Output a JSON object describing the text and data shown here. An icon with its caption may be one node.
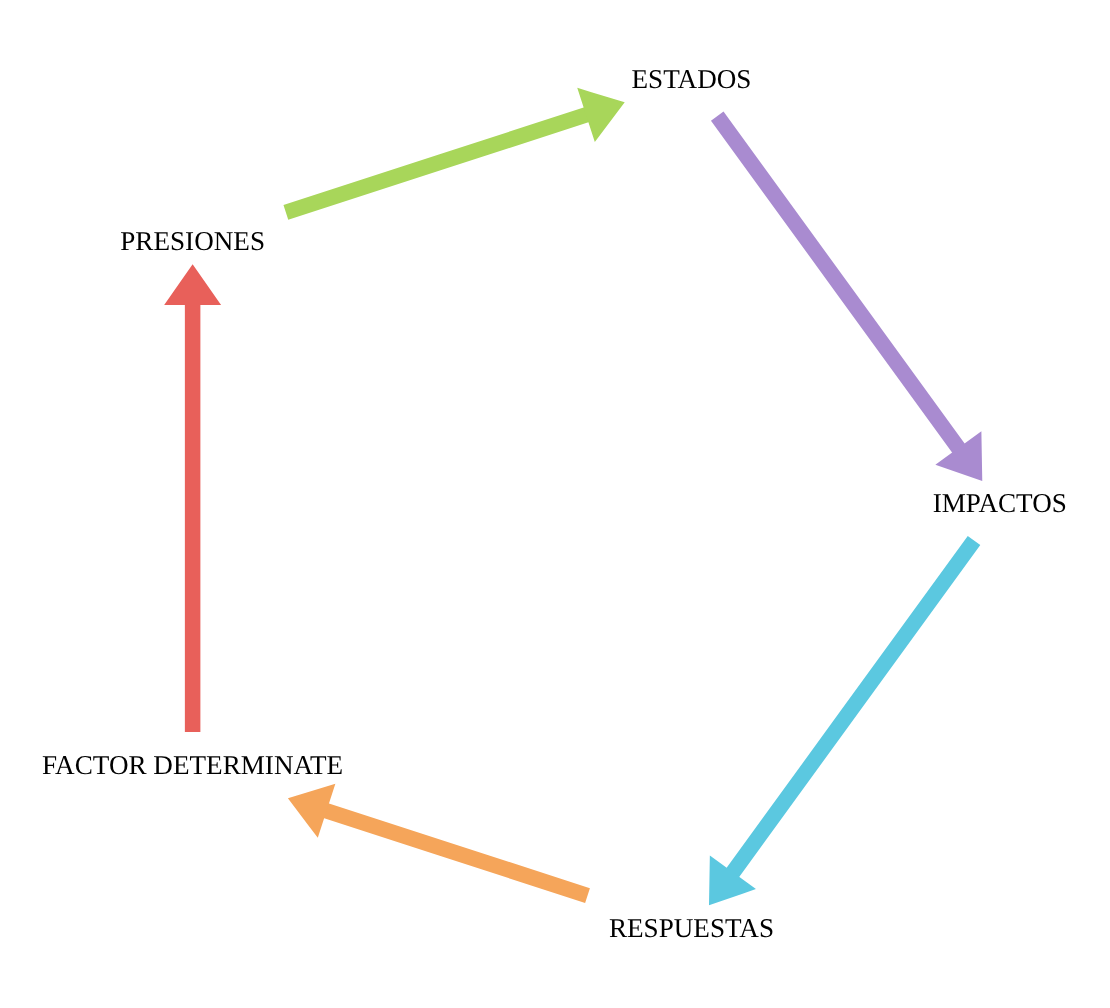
{
  "diagram": {
    "nodes": [
      {
        "text": [
          "RESPUESTAS"
        ]
      },
      {
        "text": [
          "FACTOR DETERMINATE"
        ]
      },
      {
        "text": [
          "IMPACTOS"
        ]
      },
      {
        "text": [
          "PRESIONES"
        ]
      },
      {
        "text": [
          "ESTADOS"
        ]
      }
    ],
    "edges": [
      {
        "from": 0,
        "to": 1,
        "arrow": "to",
        "color": "#f5a55a"
      },
      {
        "from": 1,
        "to": 3,
        "arrow": "to",
        "color": "#e8605a"
      },
      {
        "from": 3,
        "to": 4,
        "arrow": "to",
        "color": "#a8d65a"
      },
      {
        "from": 4,
        "to": 2,
        "arrow": "to",
        "color": "#a98bd0"
      },
      {
        "from": 2,
        "to": 0,
        "arrow": "to",
        "color": "#5bc8e0"
      }
    ]
  }
}
